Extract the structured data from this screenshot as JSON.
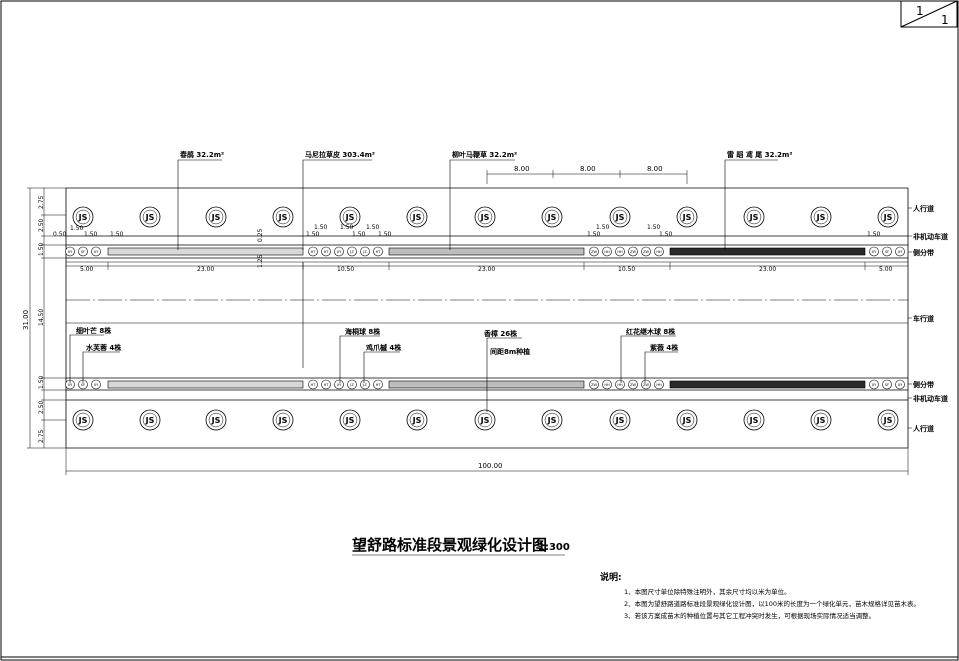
{
  "sheet": {
    "number": "1",
    "total": "1"
  },
  "title": {
    "main": "望舒路标准段景观绿化设计图",
    "scale": "1:300"
  },
  "notes": {
    "heading": "说明:",
    "items": [
      "1、本图尺寸单位除特殊注明外，其余尺寸均以米为单位。",
      "2、本图为望舒路道路标准段景观绿化设计图，以100米的长度为一个绿化单元，苗木规格详见苗木表。",
      "3、若该方案成苗木的种植位置与其它工程冲突时发生，可根据现场实际情况适当调整。"
    ]
  },
  "lanes_right": {
    "sidewalk_top": "人行道",
    "nonmotor_top": "非机动车道",
    "side_divider_top": "侧分带",
    "carriageway": "车行道",
    "side_divider_bottom": "侧分带",
    "nonmotor_bottom": "非机动车道",
    "sidewalk_bottom": "人行道"
  },
  "left_dims": {
    "total": "31.00",
    "top": [
      "2.75",
      "2.50",
      "1.50"
    ],
    "middle": "14.50",
    "bottom": [
      "1.50",
      "2.50",
      "2.75"
    ],
    "small_left": "0.50"
  },
  "callouts_top": {
    "a": "春鹃 32.2m²",
    "b": "马尼拉草皮 303.4m²",
    "c": "柳叶马鞭草 32.2m²",
    "d": "雷 蹈 鸢 尾 32.2m²"
  },
  "spacing_dims": [
    "8.00",
    "8.00",
    "8.00"
  ],
  "segment_dims": [
    "5.00",
    "23.00",
    "10.50",
    "23.00",
    "10.50",
    "23.00",
    "5.00"
  ],
  "small_dims": {
    "a": "1.50",
    "b": "1.50",
    "c": "1.50",
    "d": "1.50",
    "e": "1.50",
    "f": "1.50",
    "g": "1.50",
    "h": "1.50",
    "i": "1.50",
    "j": "1.50",
    "k": "1.50",
    "l": "1.50",
    "m": "1.50",
    "n": "1.50",
    "vert_a": "0.25",
    "vert_b": "1.25"
  },
  "callouts_bottom": {
    "a": "细叶芒 8株",
    "b": "水芙蓉 4株",
    "c": "海桐球 8株",
    "d": "鸡爪槭 4株",
    "e": "香樟 26株",
    "f": "间距8m种植",
    "g": "红花继木球 8株",
    "h": "紫薇 4株"
  },
  "tree_codes": {
    "street_tree": "JS",
    "shrub": "XY",
    "shrub2": "HT",
    "shrub3": "JZ",
    "shrub4": "HH",
    "shrub5": "ZW",
    "shrub6": "SF"
  },
  "total_length": "100.00"
}
